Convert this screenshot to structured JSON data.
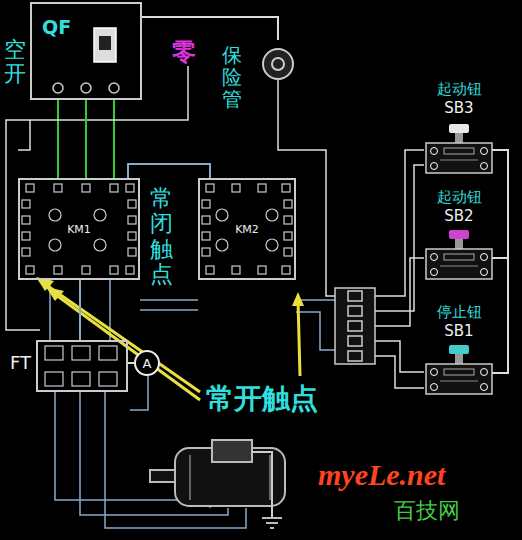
{
  "diagram": {
    "nodes": [
      {
        "text": [
          "空开",
          "QF"
        ]
      },
      {
        "text": [
          "保险管"
        ]
      },
      {
        "text": [
          "KM1"
        ]
      },
      {
        "text": [
          "KM2"
        ]
      },
      {
        "text": [
          "起动钮",
          "SB3"
        ]
      },
      {
        "text": [
          "起动钮",
          "SB2"
        ]
      },
      {
        "text": [
          "停止钮",
          "SB1"
        ]
      },
      {
        "text": [
          "FT"
        ]
      },
      {
        "text": [
          "A"
        ]
      }
    ],
    "edges": [
      {
        "from": 0,
        "to": 2,
        "arrow": "none"
      },
      {
        "from": 0,
        "to": 1,
        "arrow": "none"
      },
      {
        "from": 2,
        "to": 3,
        "arrow": "none"
      },
      {
        "from": 2,
        "to": 7,
        "arrow": "none"
      },
      {
        "from": 7,
        "to": 8,
        "arrow": "none"
      },
      {
        "from": 4,
        "to": 5,
        "arrow": "none"
      },
      {
        "from": 5,
        "to": 6,
        "arrow": "none"
      }
    ],
    "labels": [
      "零",
      "常闭触点",
      "常开触点",
      "myeLe.net",
      "百技网"
    ]
  }
}
